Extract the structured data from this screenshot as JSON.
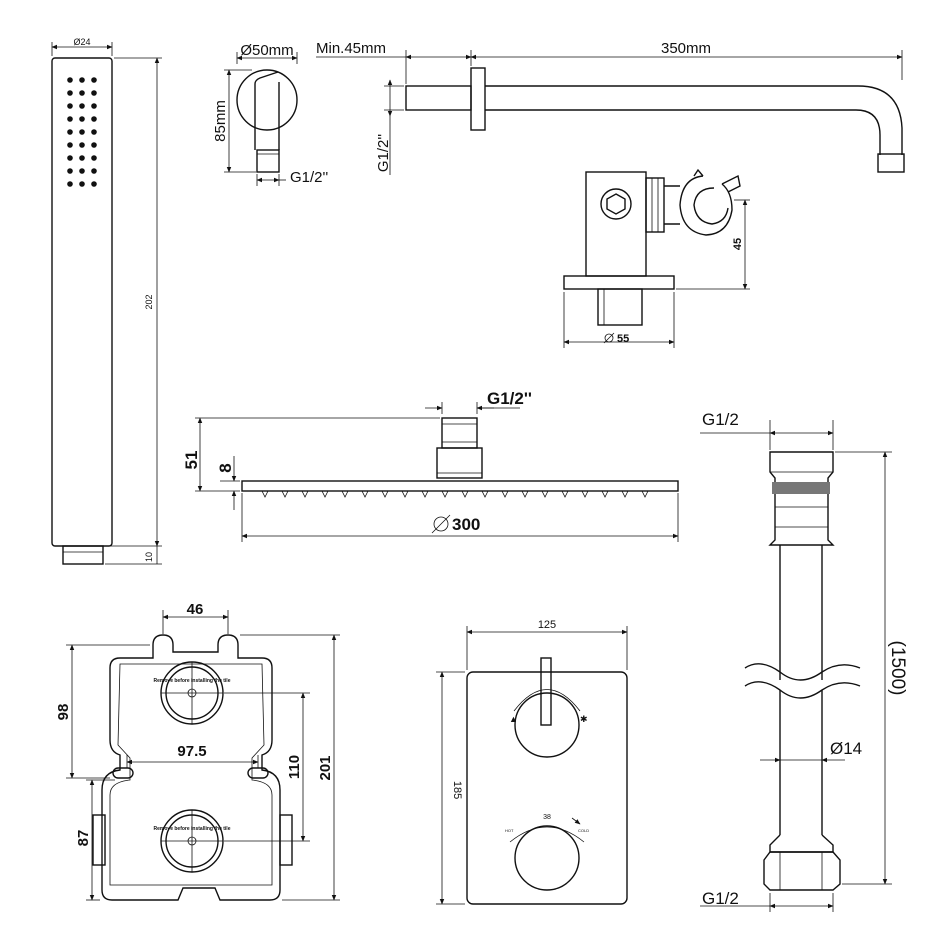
{
  "handshower": {
    "diameter": "Ø24",
    "length": "202",
    "bottom": "10"
  },
  "wall_elbow": {
    "diameter": "Ø50mm",
    "height": "85mm",
    "thread": "G1/2''"
  },
  "shower_arm": {
    "min": "Min.45mm",
    "length": "350mm",
    "thread": "G1/2''"
  },
  "holder": {
    "diameter": "55",
    "height": "45"
  },
  "rain_head": {
    "thread": "G1/2''",
    "height": "51",
    "thickness": "8",
    "diameter": "300"
  },
  "hose": {
    "thread_top": "G1/2",
    "length": "(1500)",
    "diameter": "Ø14",
    "thread_bottom": "G1/2"
  },
  "valve_body": {
    "width_top": "46",
    "height_98": "98",
    "spacing": "97.5",
    "height_110": "110",
    "height_201": "201",
    "height_87": "87",
    "label1": "Remove before installing the tile",
    "label2": "Remove before installing the tile"
  },
  "trim_plate": {
    "width": "125",
    "height": "185",
    "temp": "38",
    "hot": "HOT",
    "cold": "COLD"
  }
}
